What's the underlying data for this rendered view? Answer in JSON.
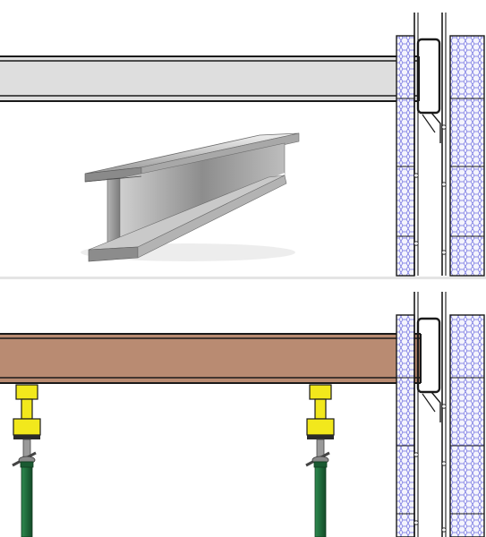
{
  "title": "",
  "panels": [
    {
      "id": "top",
      "beam_kind": "steel-i-beam",
      "shows_3d_render": true
    },
    {
      "id": "bottom",
      "beam_kind": "timber-beam",
      "props": 2,
      "prop_heads": 2
    }
  ],
  "colors": {
    "background": "#ffffff",
    "steel_beam_fill": "#dedede",
    "timber_beam_fill": "#b98b72",
    "outline": "#1a1a1a",
    "panel_hatch": "#5a5ad8",
    "panel_fill": "#ececf8",
    "prop_head": "#f2e81c",
    "prop_post": "#1f6b3b",
    "steel_render_light": "#d8d8d8",
    "steel_render_dark": "#7a7a7a",
    "divider": "#e4e4e4"
  },
  "icons": [
    "i-beam-render",
    "sandwich-panel-wall",
    "prop-head",
    "acrow-prop"
  ]
}
